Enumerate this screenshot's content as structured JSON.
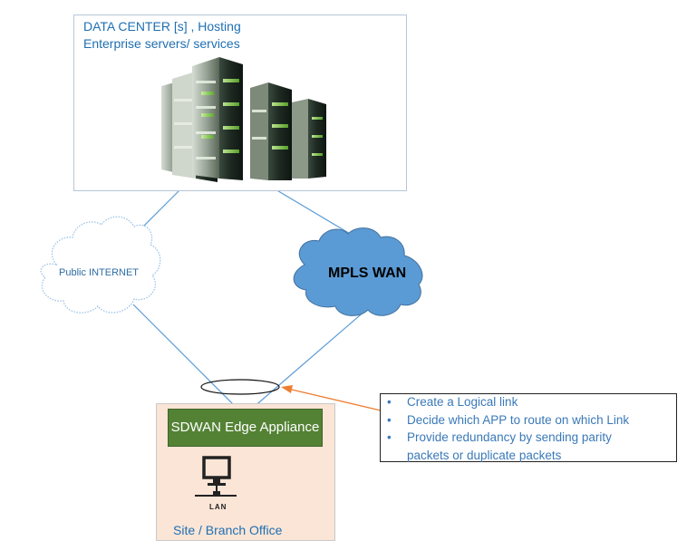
{
  "data_center": {
    "title_line1": "DATA CENTER [s] , Hosting",
    "title_line2": "Enterprise servers/ services"
  },
  "clouds": {
    "internet_label": "Public INTERNET",
    "mpls_label": "MPLS WAN"
  },
  "site": {
    "appliance_label": "SDWAN Edge Appliance",
    "lan_label": "LAN",
    "site_label": "Site / Branch Office"
  },
  "notes": {
    "items": [
      {
        "line1": "Create a Logical link",
        "line2": ""
      },
      {
        "line1": "Decide which APP to route on which Link",
        "line2": ""
      },
      {
        "line1": "Provide redundancy by sending parity",
        "line2": "packets or duplicate packets"
      }
    ]
  },
  "colors": {
    "link_line": "#5b9bd5",
    "mpls_cloud": "#5b9bd5",
    "internet_cloud": "#ffffff",
    "appliance_fill": "#548235",
    "site_fill": "#fbe5d6",
    "callout_arrow": "#ed7d31",
    "note_text": "#3a79b8"
  }
}
